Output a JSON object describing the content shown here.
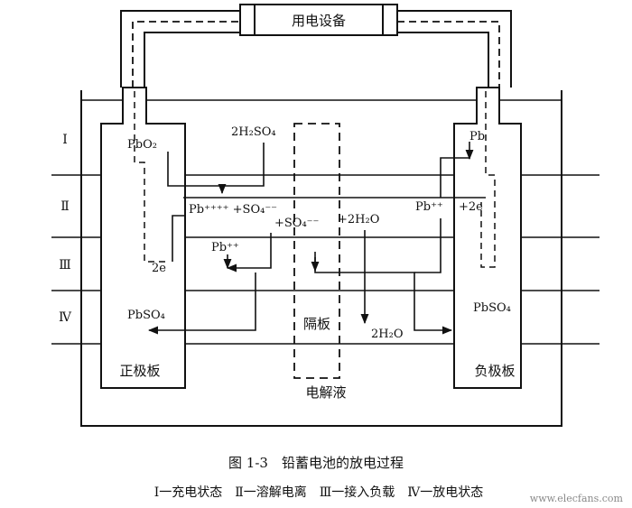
{
  "device_label": "用电设备",
  "states": [
    "Ⅰ",
    "Ⅱ",
    "Ⅲ",
    "Ⅳ"
  ],
  "positive_plate_label": "正极板",
  "negative_plate_label": "负极板",
  "separator_label": "隔板",
  "electrolyte_label": "电解液",
  "chem": {
    "pbo2": "PbO₂",
    "h2so4": "2H₂SO₄",
    "pb_4plus_so4": "Pb⁺⁺⁺⁺ +SO₄⁻⁻",
    "so4": "+SO₄⁻⁻",
    "two_h2o": "+2H₂O",
    "pb_2plus_left": "Pb⁺⁺",
    "two_e_left": "2e",
    "pbso4_left": "PbSO₄",
    "water_out": "2H₂O",
    "pb_neg_top": "Pb",
    "pb_2plus_right": "Pb⁺⁺",
    "two_e_right": "+2e",
    "pbso4_right": "PbSO₄"
  },
  "caption": "图 1-3　铅蓄电池的放电过程",
  "legend": "Ⅰ一充电状态　Ⅱ一溶解电离　Ⅲ一接入负载　Ⅳ一放电状态",
  "watermark": "www.elecfans.com"
}
